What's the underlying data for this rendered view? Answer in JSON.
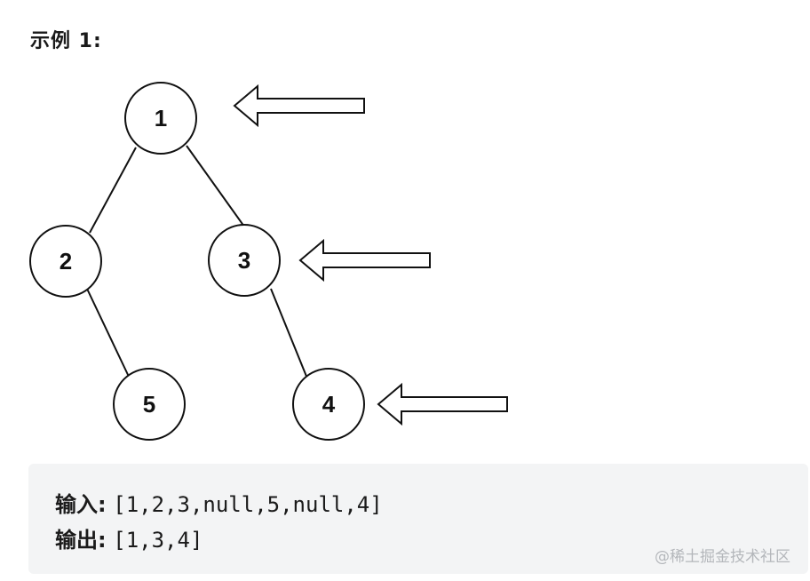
{
  "heading": "示例 1:",
  "tree": {
    "nodes": [
      {
        "id": "n1",
        "label": "1"
      },
      {
        "id": "n2",
        "label": "2"
      },
      {
        "id": "n3",
        "label": "3"
      },
      {
        "id": "n5",
        "label": "5"
      },
      {
        "id": "n4",
        "label": "4"
      }
    ],
    "edges": [
      {
        "from": "n1",
        "to": "n2"
      },
      {
        "from": "n1",
        "to": "n3"
      },
      {
        "from": "n2",
        "to": "n5"
      },
      {
        "from": "n3",
        "to": "n4"
      }
    ],
    "arrows_point_to": [
      "n1",
      "n3",
      "n4"
    ]
  },
  "example": {
    "input_label": "输入:",
    "input_value": "[1,2,3,null,5,null,4]",
    "output_label": "输出:",
    "output_value": "[1,3,4]"
  },
  "watermark": "@稀土掘金技术社区",
  "colors": {
    "stroke": "#111111",
    "node_fill": "#ffffff",
    "code_background": "#f3f4f5",
    "watermark": "#b4b7bb"
  }
}
